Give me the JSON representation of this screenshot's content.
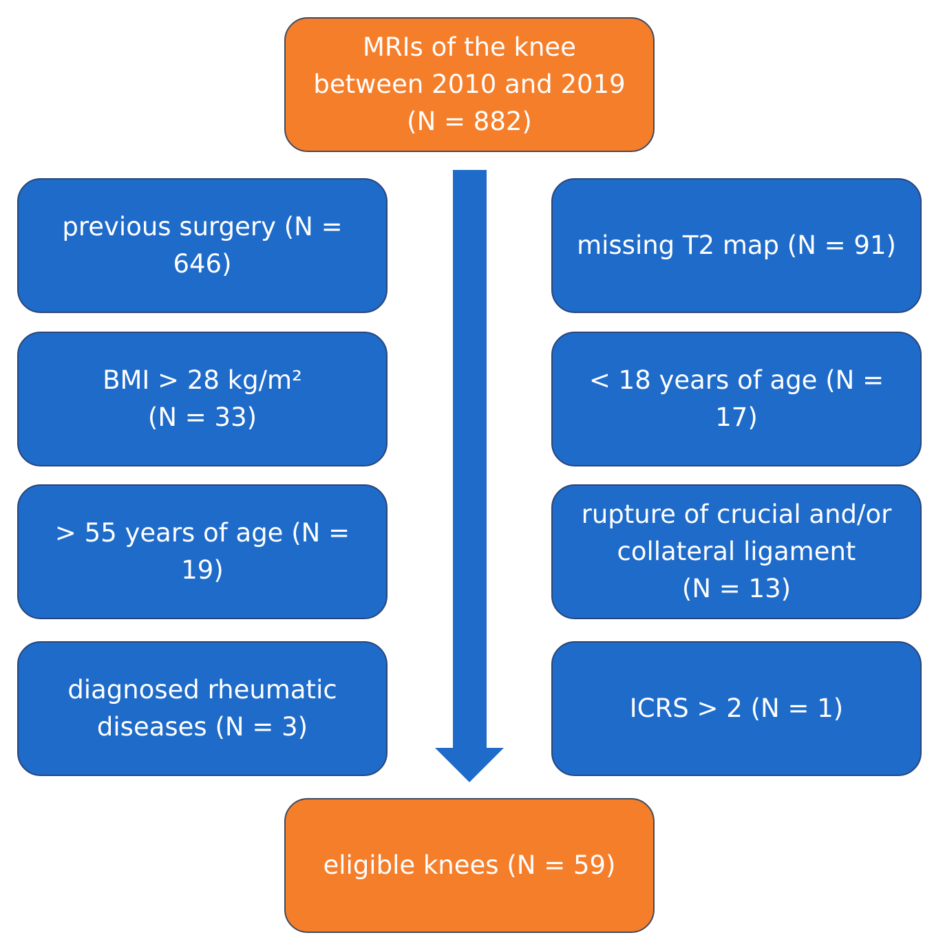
{
  "start": {
    "text": "MRIs of the knee\nbetween 2010 and 2019\n(N = 882)"
  },
  "exclusions_left": [
    {
      "text": "previous surgery (N =\n646)"
    },
    {
      "text": "BMI > 28 kg/m²\n(N = 33)"
    },
    {
      "text": "> 55 years of age (N = 19)"
    },
    {
      "text": "diagnosed rheumatic\ndiseases (N = 3)"
    }
  ],
  "exclusions_right": [
    {
      "text": "missing T2 map (N = 91)"
    },
    {
      "text": "< 18 years of age (N = 17)"
    },
    {
      "text": "rupture of crucial and/or\ncollateral ligament\n(N = 13)"
    },
    {
      "text": "ICRS > 2 (N = 1)"
    }
  ],
  "result": {
    "text": "eligible knees (N = 59)"
  },
  "colors": {
    "terminal_box": "#f57e2b",
    "exclusion_box": "#1f6bc9",
    "arrow": "#1f6bc9"
  }
}
